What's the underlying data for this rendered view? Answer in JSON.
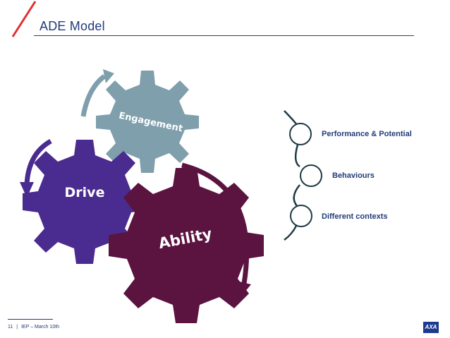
{
  "slide": {
    "title": "ADE Model",
    "slide_number": "11",
    "footer_separator": "|",
    "footer_text": "IEP – March 10th",
    "logo_text": "AXA"
  },
  "diagram": {
    "gears": [
      {
        "label": "Engagement",
        "color": "#7f9fad"
      },
      {
        "label": "Drive",
        "color": "#4a2b8f"
      },
      {
        "label": "Ability",
        "color": "#5b1340"
      }
    ],
    "list": [
      "Performance & Potential",
      "Behaviours",
      "Different contexts"
    ],
    "list_line_color": "#1e3a46"
  },
  "colors": {
    "accent_red": "#e0302f",
    "title_blue": "#233b7a"
  }
}
